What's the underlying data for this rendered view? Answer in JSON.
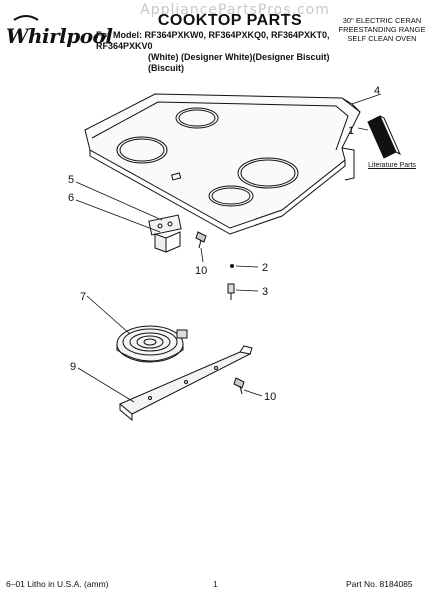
{
  "header": {
    "watermark": "AppliancePartsPros.com",
    "brand": "Whirlpool",
    "title": "COOKTOP PARTS",
    "models_line1": "For Model: RF364PXKW0, RF364PXKQ0, RF364PXKT0, RF364PXKV0",
    "models_line2": "(White)   (Designer White)(Designer Biscuit)(Biscuit)",
    "range_info": [
      "30\" ELECTRIC CERAN",
      "FREESTANDING RANGE",
      "SELF CLEAN OVEN"
    ]
  },
  "diagram": {
    "literature_label": "Literature Parts",
    "callouts": {
      "c1": "1",
      "c2": "2",
      "c3": "3",
      "c4": "4",
      "c5": "5",
      "c6": "6",
      "c7": "7",
      "c9": "9",
      "c10a": "10",
      "c10b": "10"
    }
  },
  "footer": {
    "left": "6–01 Litho in U.S.A. (amm)",
    "center": "1",
    "right": "Part No. 8184085"
  }
}
